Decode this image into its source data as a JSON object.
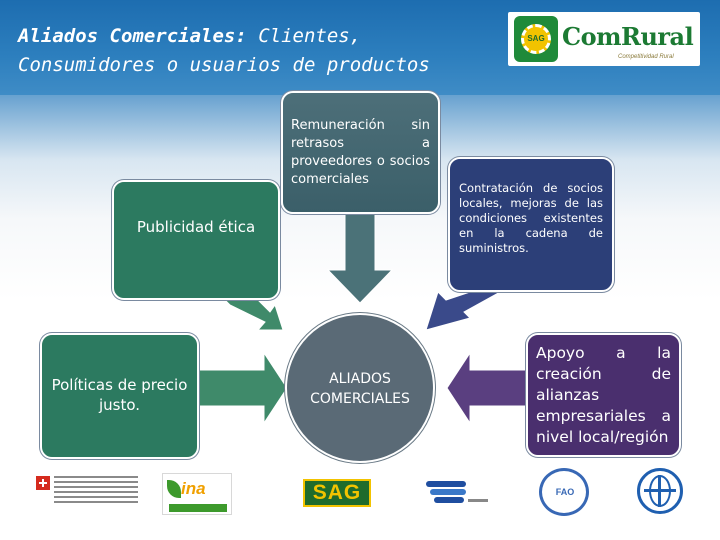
{
  "header": {
    "title_bold": "Aliados Comerciales:",
    "title_rest_line1": " Clientes,",
    "title_line2": "Consumidores o usuarios de productos"
  },
  "logo": {
    "mark_text": "SAG",
    "brand": "ComRural",
    "tagline": "Competitividad Rural"
  },
  "diagram": {
    "center": "ALIADOS COMERCIALES",
    "nodes": {
      "remuneracion": "Remuneración sin retrasos a proveedores o socios comerciales",
      "publicidad": "Publicidad ética",
      "contratacion": "Contratación de socios locales, mejoras de las condiciones existentes en la cadena de suministros.",
      "politicas": "Políticas de precio justo.",
      "apoyo": "Apoyo a la creación de alianzas empresariales a nivel local/región"
    },
    "colors": {
      "remuneracion": "#3f636d",
      "publicidad": "#2c7a60",
      "contratacion": "#2c3f78",
      "politicas": "#2c7a60",
      "apoyo": "#4a2f6e",
      "center": "#5a6a76"
    }
  },
  "footer": {
    "logos": [
      "swiss-cooperation-logo",
      "ina-logo",
      "sag-logo",
      "sefin-logo",
      "fao-logo",
      "world-bank-logo"
    ],
    "sag_text": "SAG",
    "ina_text": "ina",
    "fao_text": "FAO"
  }
}
